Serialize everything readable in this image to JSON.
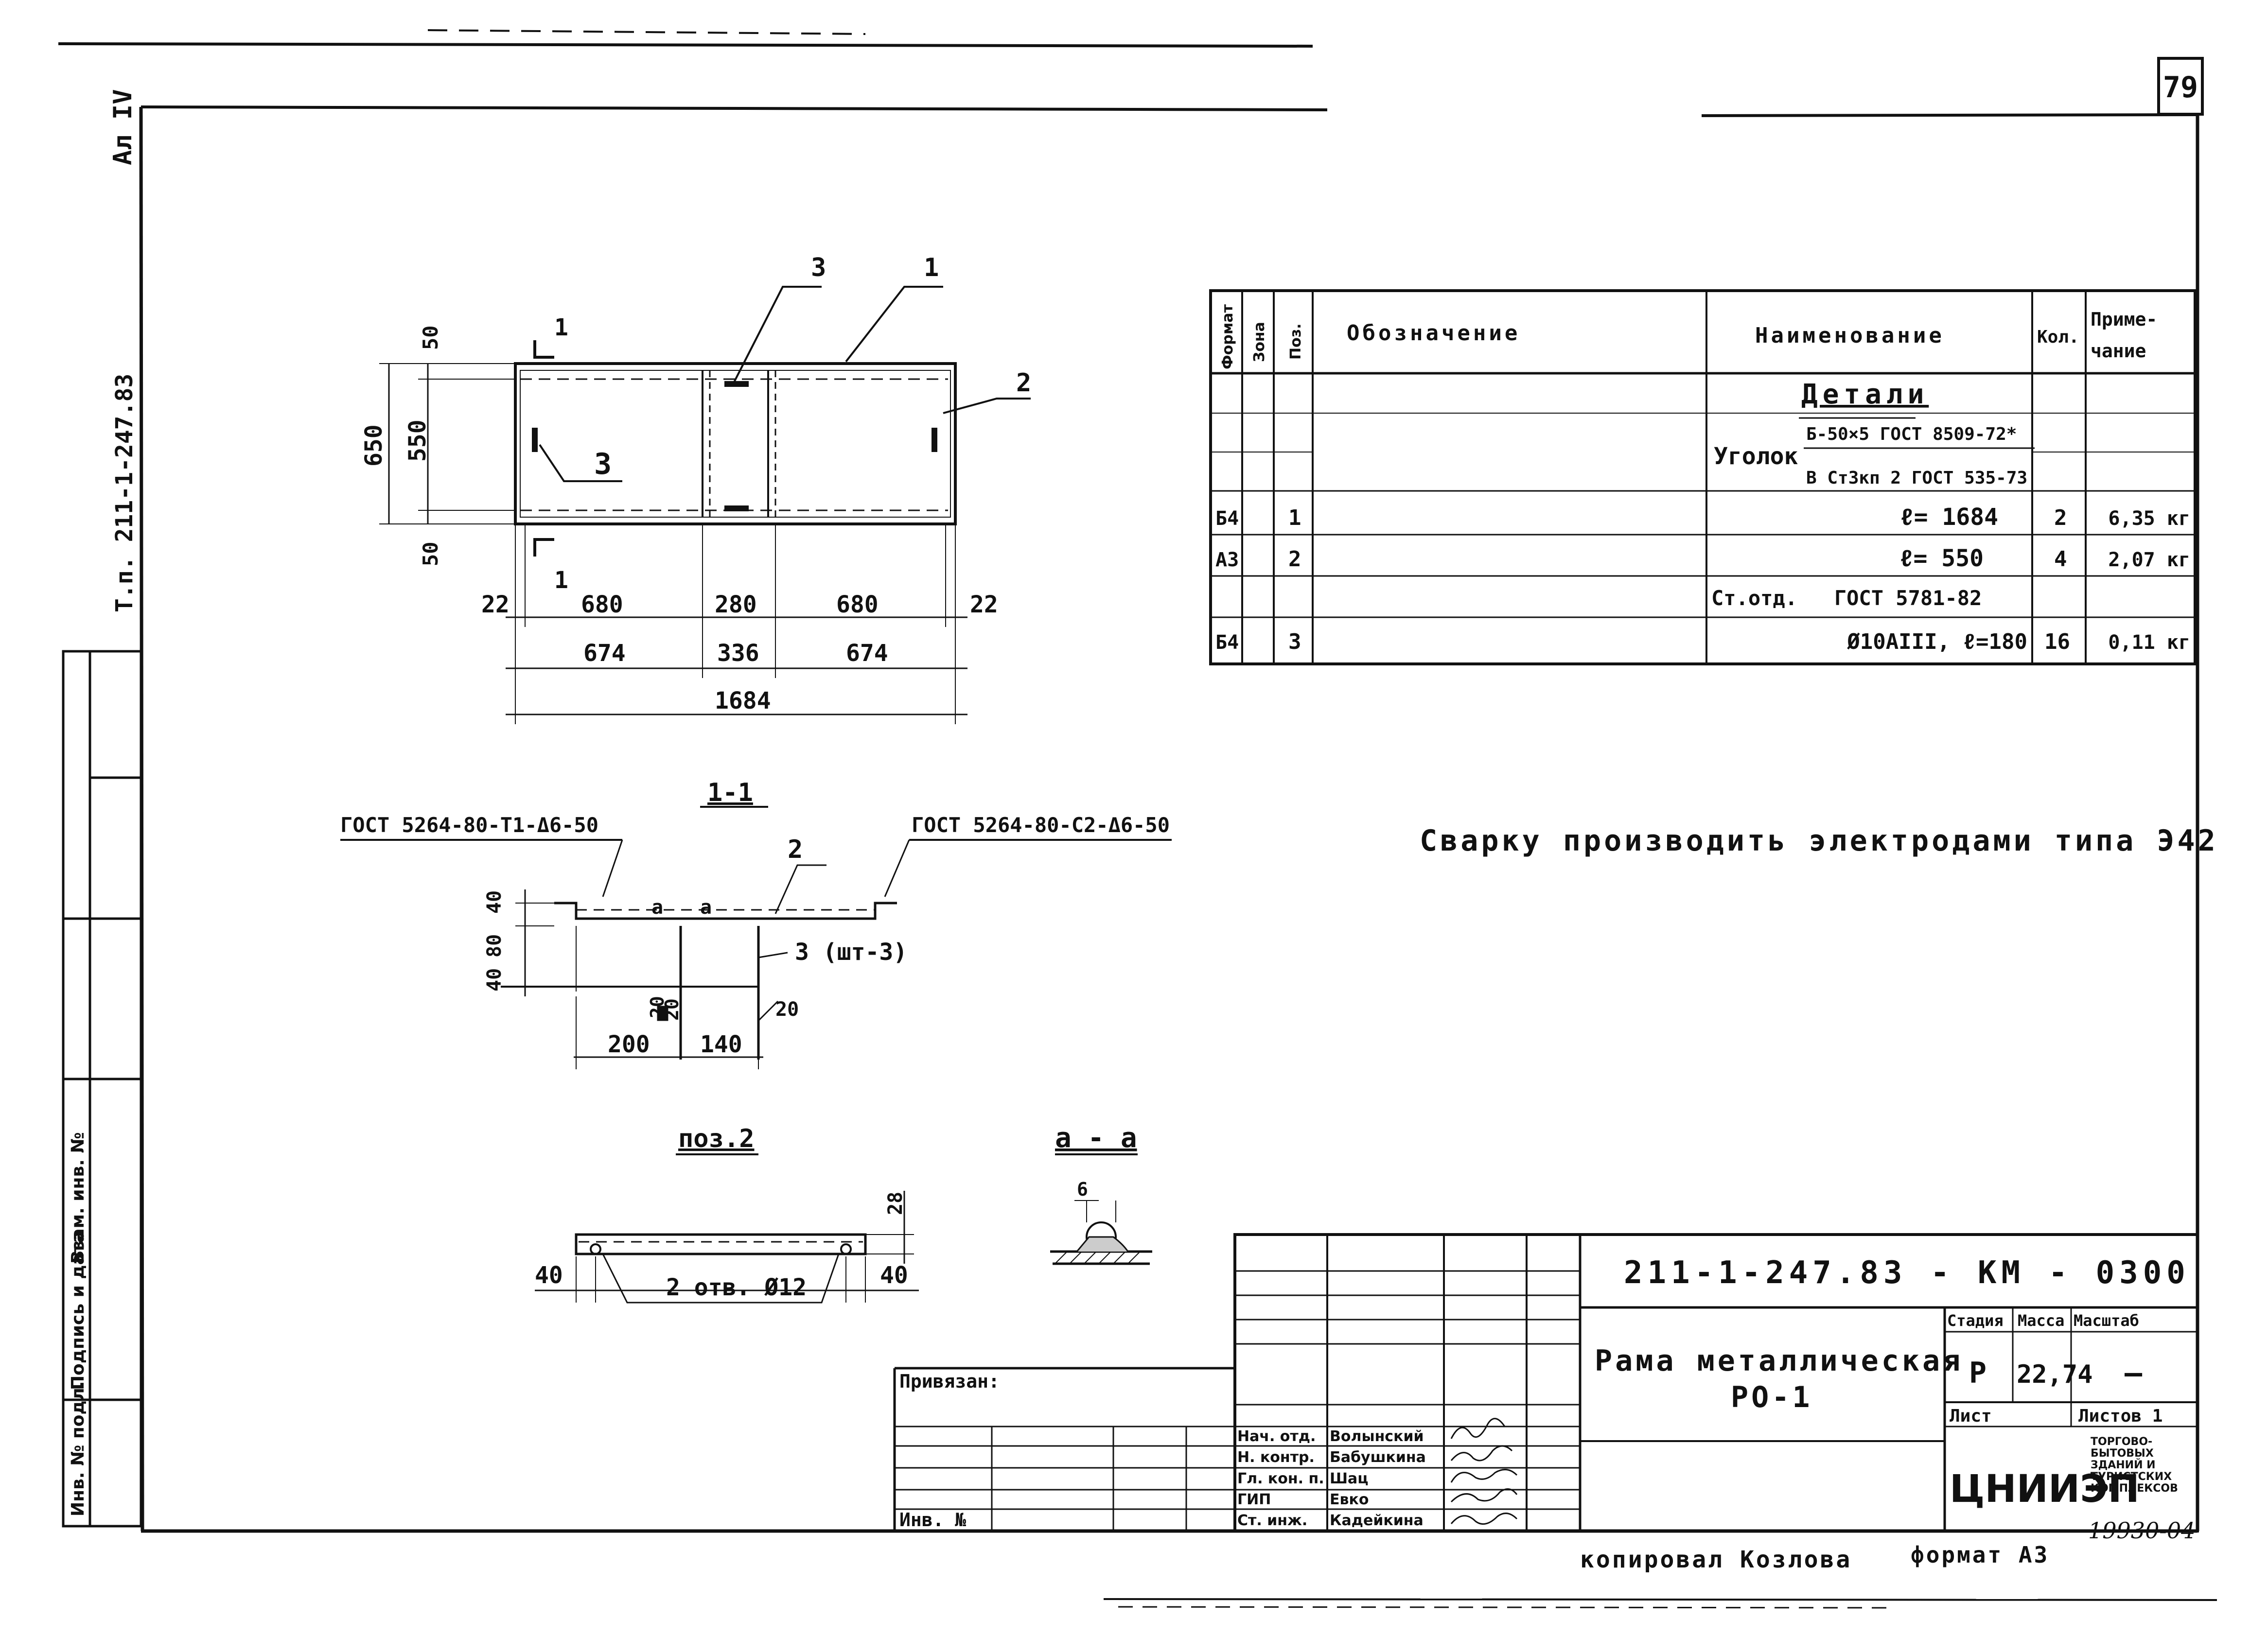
{
  "sheet": {
    "page_number": "79",
    "album": "Ал IV",
    "project": "Т.п. 211-1-247.83",
    "copied_by": "копировал Козлова",
    "format": "формат А3",
    "order_number": "19930-04"
  },
  "side_stamp": {
    "labels": [
      "Инв. № подл.",
      "Подпись и дата",
      "Взам. инв. №"
    ]
  },
  "specification": {
    "headers": {
      "format": "Формат",
      "zone": "Зона",
      "pos": "Поз.",
      "designation": "Обозначение",
      "name": "Наименование",
      "qty": "Кол.",
      "note_1": "Приме-",
      "note_2": "чание"
    },
    "section_title": "Детали",
    "angle_label": "Уголок",
    "angle_top": "Б-50×5 ГОСТ 8509-72*",
    "angle_bottom": "В Ст3кп 2 ГОСТ 535-73",
    "rows": [
      {
        "format": "Б4",
        "pos": "1",
        "name": "ℓ= 1684",
        "qty": "2",
        "note": "6,35 кг"
      },
      {
        "format": "А3",
        "pos": "2",
        "name": "ℓ= 550",
        "qty": "4",
        "note": "2,07 кг"
      },
      {
        "format": "",
        "pos": "",
        "name": "Ст.отд.   ГОСТ 5781-82",
        "qty": "",
        "note": ""
      },
      {
        "format": "Б4",
        "pos": "3",
        "name": "Ø10АIII, ℓ=180",
        "qty": "16",
        "note": "0,11 кг"
      }
    ]
  },
  "welding_note": "Сварку производить электродами типа Э42",
  "frame_view": {
    "leaders": [
      "3",
      "1",
      "2",
      "3"
    ],
    "section_marks": [
      "1",
      "1"
    ],
    "dims_vertical": [
      "50",
      "650",
      "550",
      "50"
    ],
    "dims_row1": [
      "22",
      "680",
      "280",
      "680",
      "22"
    ],
    "dims_row2": [
      "674",
      "336",
      "674"
    ],
    "dims_total": "1684"
  },
  "section_view": {
    "title": "1-1",
    "weld_left": "ГОСТ 5264-80-Т1-Δ6-50",
    "weld_right": "ГОСТ 5264-80-С2-Δ6-50",
    "leader_pos": "2",
    "bar_note": "3 (шт-3)",
    "weld_marks": [
      "а",
      "а"
    ],
    "dims_vertical": [
      "40",
      "80",
      "40"
    ],
    "dims_small": [
      "20",
      "20",
      "20"
    ],
    "dims_bottom": [
      "200",
      "140"
    ]
  },
  "pos2_view": {
    "title": "поз.2",
    "holes": "2 отв. Ø12",
    "dims": [
      "40",
      "40",
      "28"
    ]
  },
  "detail_a": {
    "title": "а - а",
    "dim": "6"
  },
  "title_block": {
    "code": "211-1-247.83 - КМ - 0300",
    "title_line1": "Рама металлическая",
    "title_line2": "РО-1",
    "stage_label": "Стадия",
    "mass_label": "Масса",
    "scale_label": "Масштаб",
    "stage": "Р",
    "mass": "22,74",
    "scale": "—",
    "sheet_label": "Лист",
    "sheets_label": "Листов 1",
    "org": "ЦНИИЭП",
    "org_desc": "торгово-бытовых зданий и туристских комплексов",
    "attached": "Привязан:",
    "inv_no": "Инв. №",
    "people": [
      {
        "role": "Нач. отд.",
        "name": "Волынский"
      },
      {
        "role": "Н. контр.",
        "name": "Бабушкина"
      },
      {
        "role": "Гл. кон. п.",
        "name": "Шац"
      },
      {
        "role": "ГИП",
        "name": "Евко"
      },
      {
        "role": "Ст. инж.",
        "name": "Кадейкина"
      }
    ]
  }
}
